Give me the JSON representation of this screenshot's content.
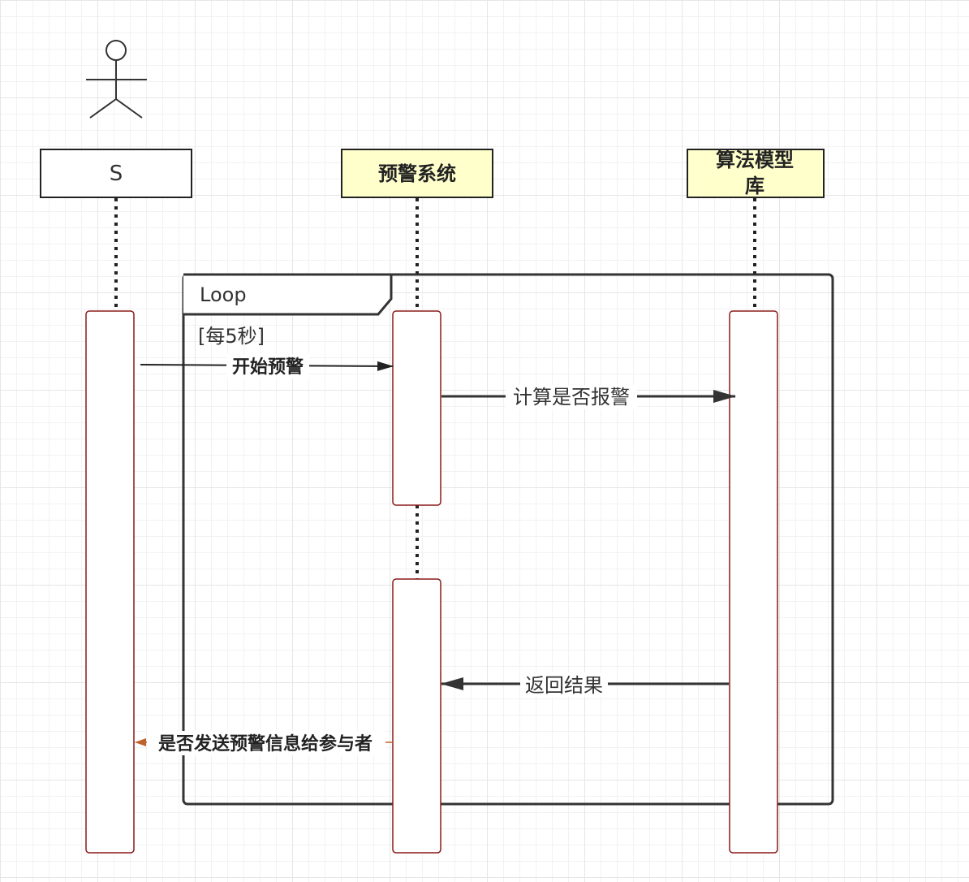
{
  "actor": {
    "name": "S"
  },
  "participants": [
    {
      "id": "s",
      "label": "S"
    },
    {
      "id": "alert",
      "label": "预警系统"
    },
    {
      "id": "model",
      "label_lines": [
        "算法模型",
        "库"
      ]
    }
  ],
  "fragment": {
    "operator": "Loop",
    "guard": "[每5秒]"
  },
  "messages": [
    {
      "id": "m1",
      "label": "开始预警"
    },
    {
      "id": "m2",
      "label": "计算是否报警"
    },
    {
      "id": "m3",
      "label": "返回结果"
    },
    {
      "id": "m4",
      "label": "是否发送预警信息给参与者"
    }
  ],
  "colors": {
    "participant_fill_plain": "#ffffff",
    "participant_fill_highlight": "#ffffcc",
    "activation_border": "#8b1a1a",
    "frame_stroke": "#333333",
    "return_arrow": "#c0622b"
  }
}
